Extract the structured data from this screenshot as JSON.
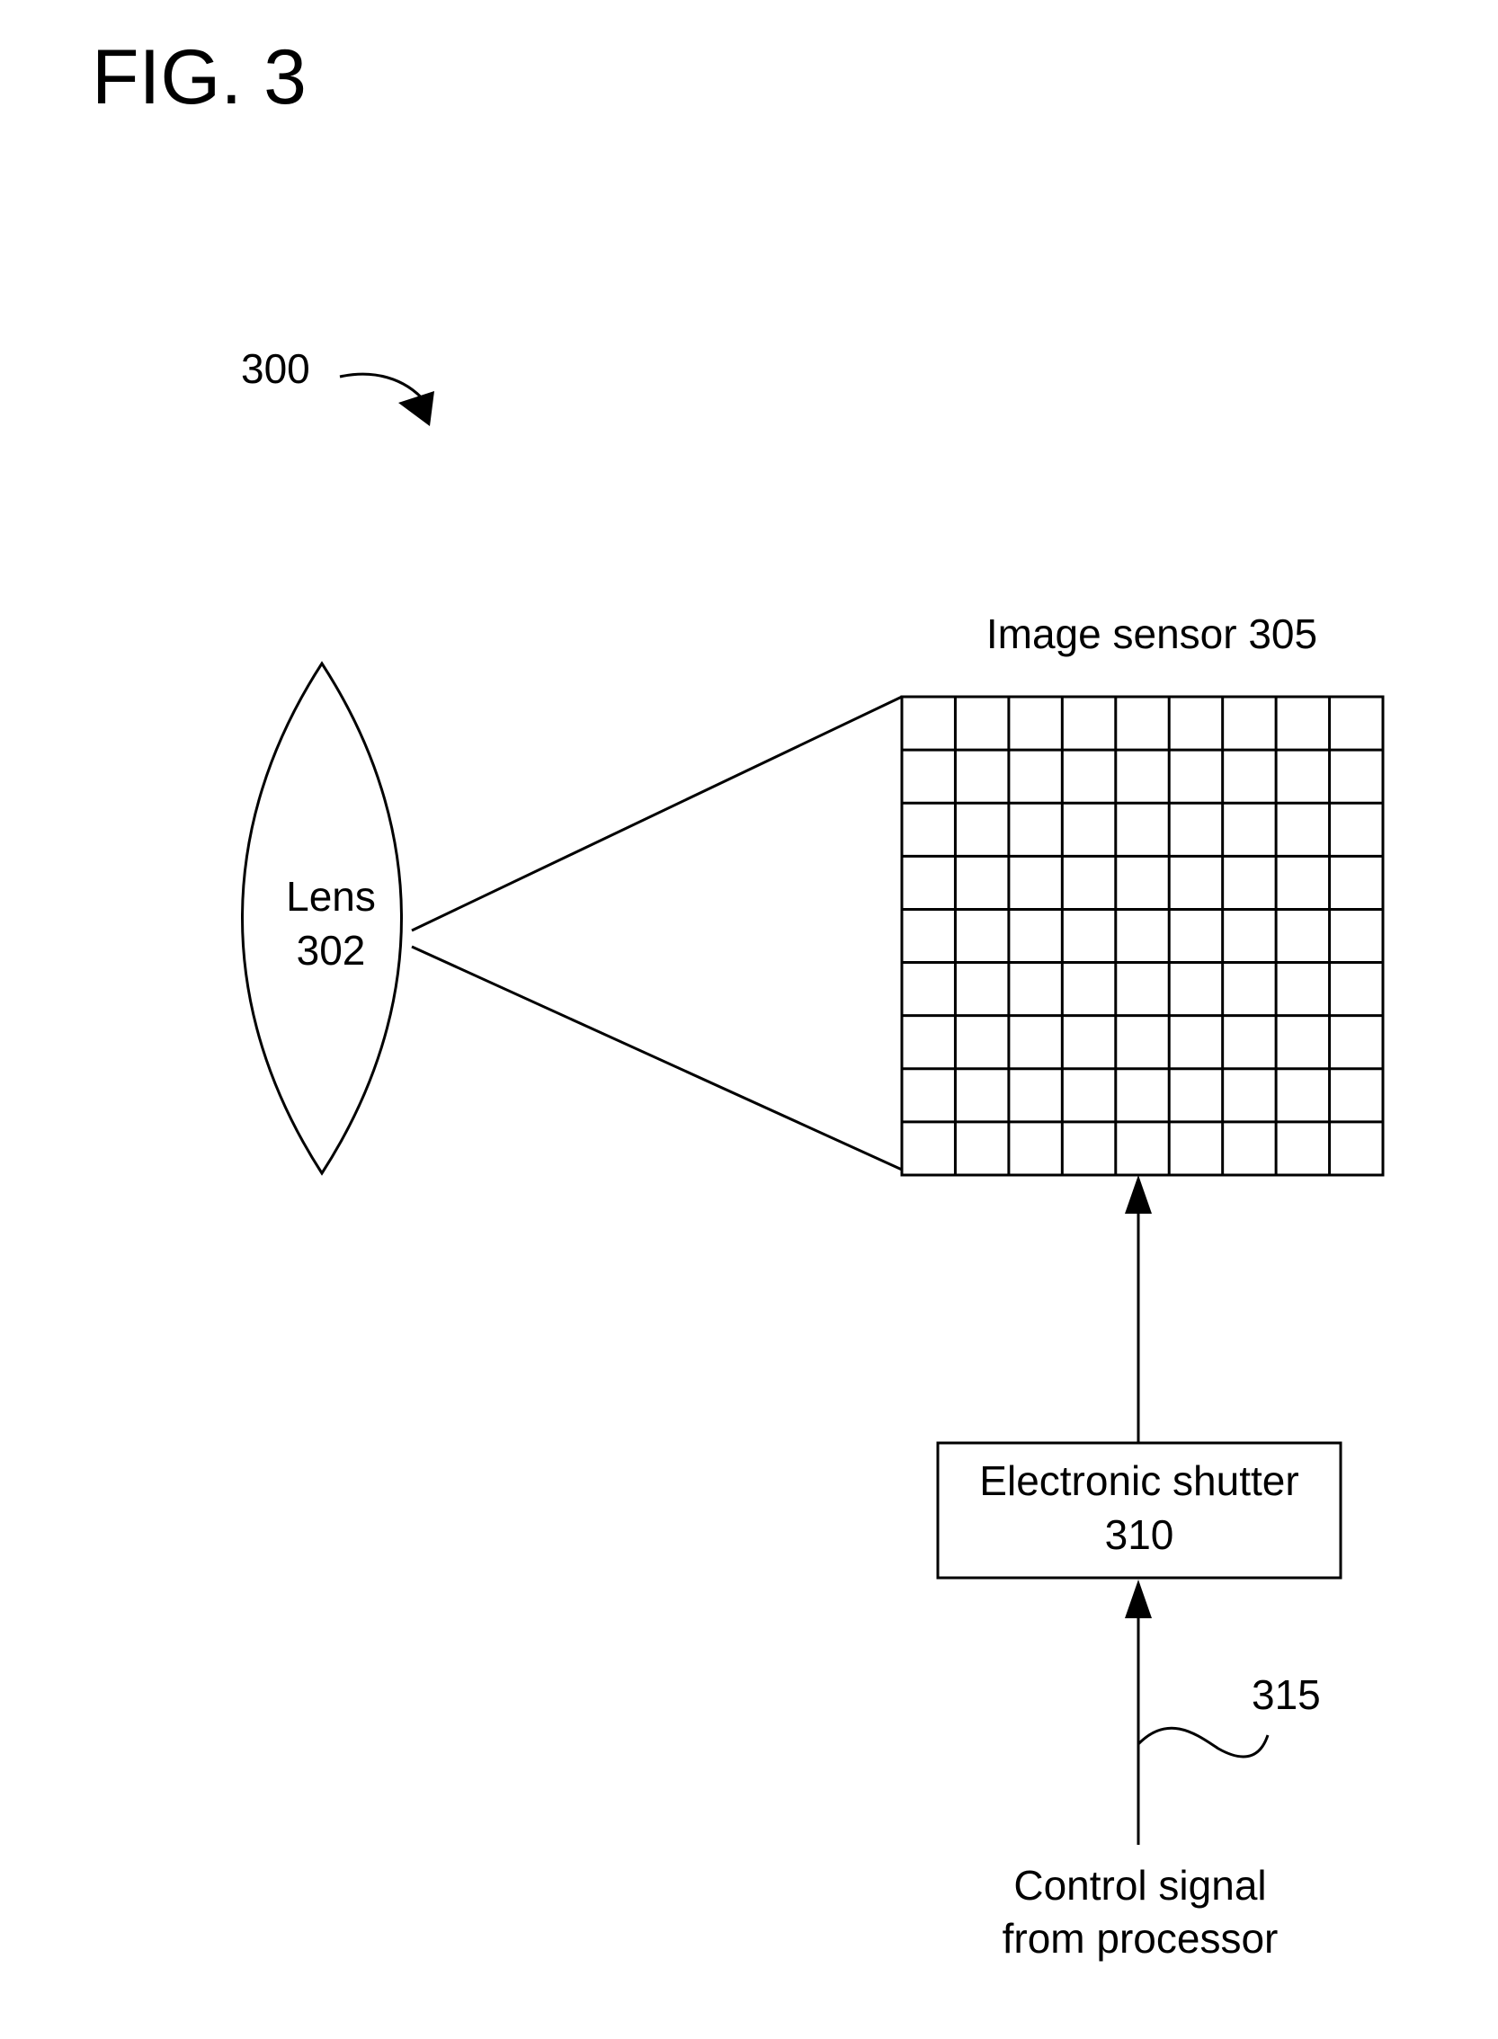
{
  "figure": {
    "title": "FIG. 3",
    "reference_number": "300"
  },
  "lens": {
    "label_line1": "Lens",
    "label_line2": "302"
  },
  "image_sensor": {
    "label": "Image sensor 305",
    "grid_rows": 9,
    "grid_columns": 9
  },
  "electronic_shutter": {
    "label_line1": "Electronic shutter",
    "label_line2": "310"
  },
  "control_signal": {
    "reference_number": "315",
    "label_line1": "Control signal",
    "label_line2": "from processor"
  }
}
